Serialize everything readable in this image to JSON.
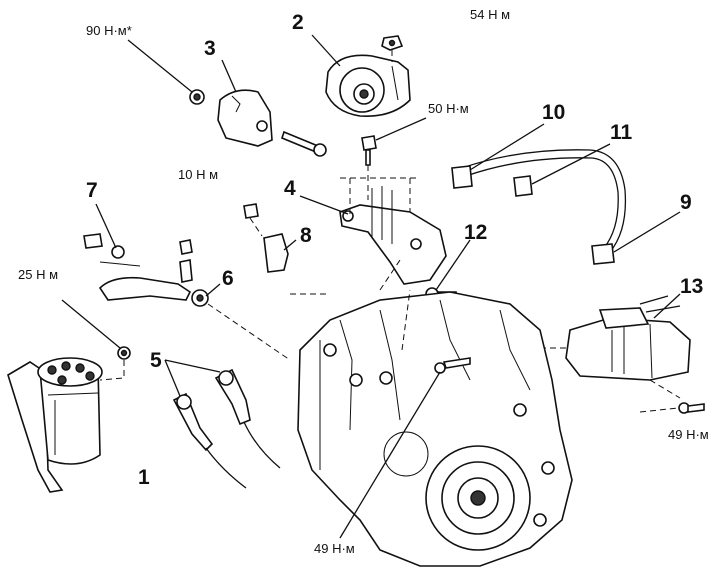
{
  "callouts": {
    "n1": "1",
    "n2": "2",
    "n3": "3",
    "n4": "4",
    "n5": "5",
    "n6": "6",
    "n7": "7",
    "n8": "8",
    "n9": "9",
    "n10": "10",
    "n11": "11",
    "n12": "12",
    "n13": "13"
  },
  "torques": {
    "t90": "90 Н·м*",
    "t54": "54 Н м",
    "t50": "50 Н·м",
    "t10": "10 Н м",
    "t25": "25 Н м",
    "t49_right": "49 Н·м",
    "t49_bottom": "49 Н·м"
  }
}
